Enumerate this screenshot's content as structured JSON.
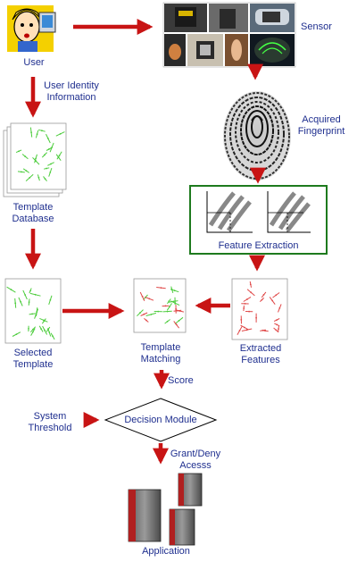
{
  "labels": {
    "user": "User",
    "sensor": "Sensor",
    "user_identity_line1": "User Identity",
    "user_identity_line2": "Information",
    "acquired_line1": "Acquired",
    "acquired_line2": "Fingerprint",
    "template_db_line1": "Template",
    "template_db_line2": "Database",
    "feature_extraction": "Feature Extraction",
    "selected_line1": "Selected",
    "selected_line2": "Template",
    "matching_line1": "Template",
    "matching_line2": "Matching",
    "extracted_line1": "Extracted",
    "extracted_line2": "Features",
    "score": "Score",
    "system_line1": "System",
    "system_line2": "Threshold",
    "decision_module": "Decision Module",
    "grant_line1": "Grant/Deny",
    "grant_line2": "Acesss",
    "application": "Application"
  },
  "colors": {
    "arrow": "#c81414",
    "text": "#1f2f8f",
    "minutiae_green": "#4ccc3c",
    "minutiae_red": "#e04848",
    "feature_box_border": "#1e7a1e"
  }
}
